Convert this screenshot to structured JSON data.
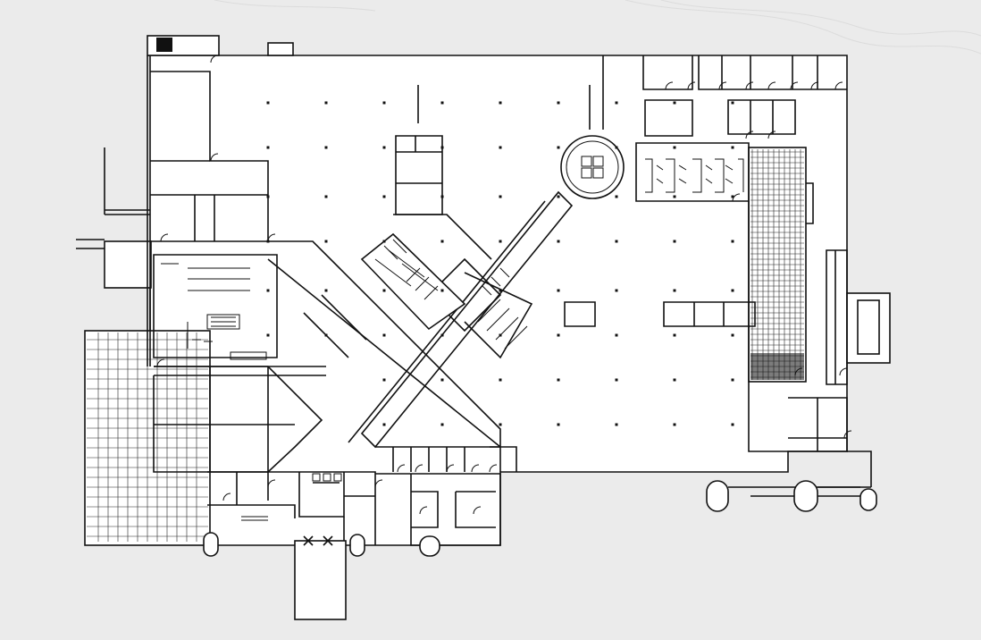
{
  "diagram": {
    "type": "architectural floor plan",
    "colors": {
      "background": "#ebebeb",
      "floor": "#ffffff",
      "walls": "#111111"
    },
    "symbols": [
      "column-dot",
      "door-swing",
      "grid-ceiling",
      "restroom-stall",
      "desk"
    ]
  }
}
